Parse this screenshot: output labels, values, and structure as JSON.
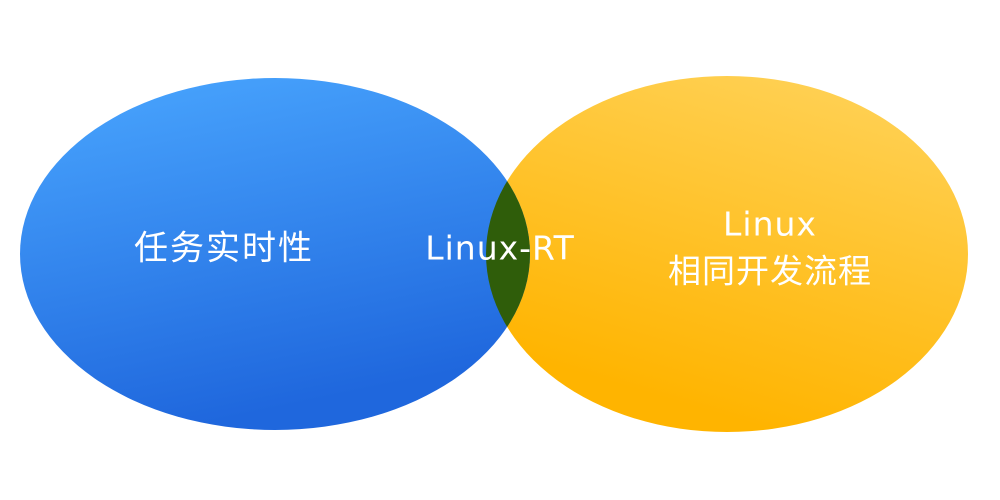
{
  "diagram": {
    "left_label": "任务实时性",
    "center_label": "Linux-RT",
    "right_label_line1": "Linux",
    "right_label_line2": "相同开发流程",
    "colors": {
      "left_top": "#4aa7ff",
      "left_bottom": "#1f67dd",
      "right_top": "#ffd45e",
      "right_bottom": "#ffb400",
      "overlap": "#2f5d0a"
    }
  }
}
